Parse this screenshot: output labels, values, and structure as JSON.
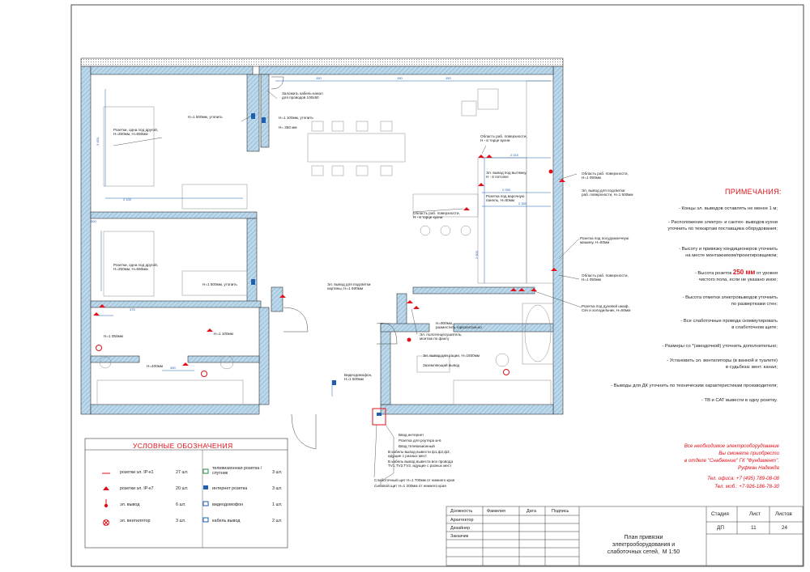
{
  "plan": {
    "labels": {
      "bed1_sockets": "Розетки, одна под другой,\nН=250мм, Н=650мм",
      "bed2_sockets": "Розетки, одна под другой,\nН=250мм, Н=650мм",
      "h1500_1": "Н=1 500мм, утопить",
      "h1500_2": "Н=1 500мм, утопить",
      "cable_channel": "Заложить кабель-канал\nдля проводов 100х50",
      "h1100": "Н=1 100мм, утопить",
      "h350": "Н= 350 мм",
      "kitchen_surface1": "Область раб. поверхности,\nН - в торце кухни",
      "hood": "Эл. вывод под вытяжку,\nН - в потолке",
      "hob": "Розетка под варочную\nпанель, Н=50мм",
      "kitchen_surface2": "Область раб. поверхности,\nН - в торце кухни",
      "surface_right1": "Область раб. поверхности,\nН=1 050мм",
      "surface_right2": "Эл. вывод для подсветки\nраб. поверхности, Н=1 500мм",
      "dishwasher": "Розетка под посудомоечную\nмашину, Н=50мм",
      "surface_right3": "Область раб. поверхности,\nН=1 050мм",
      "oven": "Розетка под духовой шкаф,\nСвч и холодильник, Н=50мм",
      "picture_light": "Эл. вывод для подсветки\nкартины, Н=1 600мм",
      "h900": "Н=900мм,\nразместить горизонтально",
      "towel": "Эл. полотенцесушитель,\nмонтаж по факту",
      "h1100b": "Н=1 100мм",
      "h1050": "Н=1 050мм",
      "h400": "Н=400мм",
      "sink_out": "Эл. вывод для рации, Н=1600мм",
      "intercom": "Видеодомофон,\nН=1 500мм",
      "protect": "Заземляющий вывод",
      "panel_in1": "Ввод интернет",
      "panel_in2": "Розетка для роутера м-6",
      "panel_in3": "Ввод телевизионный",
      "panel_in4": "В кабель-вывод вывести ф1,ф2,ф3,\nидущие с разных мест",
      "panel_in5": "В кабель вывод вывести все провода\nTV1,TV2,TV3, идущие с разных мест",
      "panel_in6": "Слаботочный щит Н=1 700мм от нижнего края",
      "panel_in7": "Силовой щит Н=1 200мм от нижнего края"
    }
  },
  "notes": {
    "title": "ПРИМЕЧАНИЯ:",
    "n1": "- Концы эл. выводов оставлять не менее 1 м;",
    "n2": "- Расположение электро- и сантех- выводов кухни\nуточнить по техкартам поставщика оборудования;",
    "n3": "- Высоту и привязку кондиционеров уточнить\nна месте монтажником/проектировщиком;",
    "n4a": "- Высота розеток ",
    "n4b": "250 мм",
    "n4c": " от уровня\nчистого пола, если не указано иное;",
    "n5": "- Высота отметки электровыводов уточнить\nпо развертками стен;",
    "n6": "- Все слаботочные провода скоммутировать\nв слаботочном щите;",
    "n7": "- Размеры со *(звездочкой) уточнить дополнительно;",
    "n8": "- Установить эл. вентиляторы (в ванной и туалете)\nв судьбеза: вент. канал;",
    "n9": "- Выводы для ДК уточнить по техническим характеристикам производителя;",
    "n10": "- ТВ и САТ вывести в одну розетку."
  },
  "contact": {
    "l1": "Все необходимое электрооборудование",
    "l2": "Вы сможете приобрести",
    "l3": "в отделе \"Снабжение\" ГК \"Фундамент\".",
    "l4": "Руфман Надежда",
    "l5": "Тел. офиса: +7 (495) 789-08-08",
    "l6": "Тел. моб.: +7-926-186-78-30"
  },
  "legend": {
    "title": "УСЛОВНЫЕ ОБОЗНАЧЕНИЯ",
    "items_left": [
      {
        "icon": "socket-ip-k1-icon",
        "label": "розетки эл. IP-к1",
        "count": "27 шт."
      },
      {
        "icon": "socket-ip-k7-icon",
        "label": "розетки эл. IP-к7",
        "count": "20 шт."
      },
      {
        "icon": "electric-outlet-icon",
        "label": "эл. вывод",
        "count": "6 шт."
      },
      {
        "icon": "ventilator-icon",
        "label": "эл. вентилятор",
        "count": "3 шт."
      }
    ],
    "items_right": [
      {
        "icon": "tv-socket-icon",
        "label": "телевизионная розетка /\nспутник",
        "count": "3 шт."
      },
      {
        "icon": "internet-socket-icon",
        "label": "интернет розетка",
        "count": "3 шт."
      },
      {
        "icon": "intercom-icon",
        "label": "видеодомофон",
        "count": "1 шт."
      },
      {
        "icon": "cable-outlet-icon",
        "label": "кабель вывод",
        "count": "2 шт."
      }
    ]
  },
  "titleblock": {
    "h_role": "Должность",
    "h_name": "Фамилия",
    "h_date": "Дата",
    "h_sign": "Подпись",
    "r1": "Архитектор",
    "r2": "Дизайнер",
    "r3": "Заказчик",
    "title": "План привязки\nэлектрооборудования и\nслаботочных сетей,  М 1:50",
    "stage_h": "Стадия",
    "sheet_h": "Лист",
    "sheets_h": "Листов",
    "stage": "ДП",
    "sheet": "11",
    "sheets": "24"
  },
  "colors": {
    "accent": "#e0111a",
    "wall": "#9cc3dd",
    "dim": "#1f5fb0",
    "line": "#333333"
  }
}
